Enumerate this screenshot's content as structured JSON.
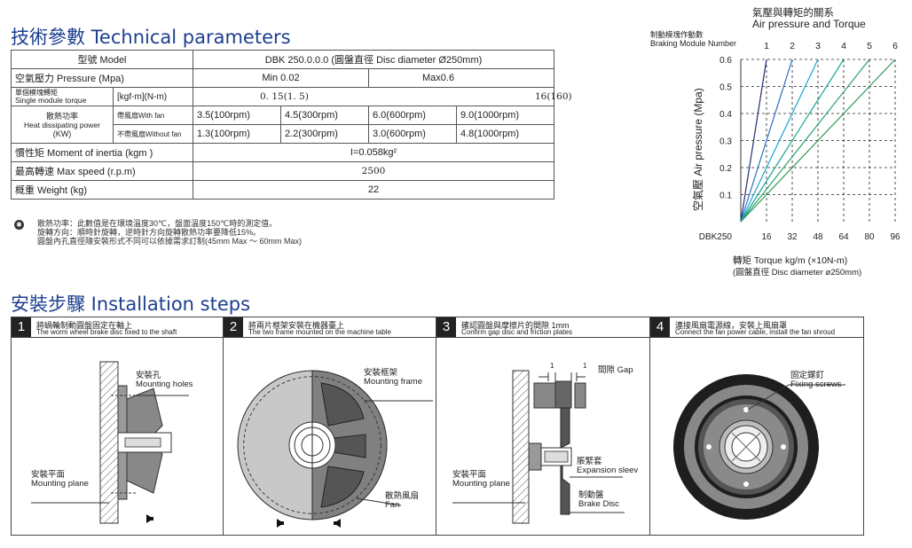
{
  "header": {
    "tech_title": "技術參數 Technical parameters",
    "install_title": "安裝步驟  Installation steps"
  },
  "table": {
    "model_label": "型號 Model",
    "model_value": "DBK  250.0.0.0 (圓盤直徑 Disc diameter Ø250mm)",
    "pressure_label": "空氣壓力 Pressure (Mpa)",
    "pressure_min": "Min 0.02",
    "pressure_max": "Max0.6",
    "torque_label_cn": "單個模塊轉矩",
    "torque_label_en": "Single module torque",
    "torque_unit": "[kgf-m](N-m)",
    "torque_min": "0. 15(1. 5)",
    "torque_max": "16(160)",
    "heat_label_cn": "散熱功率",
    "heat_label_en": "Heat dissipating power",
    "heat_label_unit": "(KW)",
    "with_fan_label": "帶風扇With fan",
    "without_fan_label": "不帶風扇Without fan",
    "with_fan_values": [
      "3.5(100rpm)",
      "4.5(300rpm)",
      "6.0(600rpm)",
      "9.0(1000rpm)"
    ],
    "without_fan_values": [
      "1.3(100rpm)",
      "2.2(300rpm)",
      "3.0(600rpm)",
      "4.8(1000rpm)"
    ],
    "inertia_label": "慣性矩 Moment of inertia (kgm    )",
    "inertia_value": "I=0.058kg²",
    "speed_label": "最高轉速 Max speed (r.p.m)",
    "speed_value": "2500",
    "weight_label": "概重 Weight (kg)",
    "weight_value": "22"
  },
  "notes": {
    "icon": "info-icon",
    "lines": [
      "散熱功率：此數值是在環境溫度30℃，盤面溫度150℃時的測定值。",
      "旋轉方向：順時針旋轉，逆時針方向旋轉散熱功率要降低15%。",
      "圓盤內孔直徑隨安裝形式不同可以依據需求訂制(45mm Max ～ 60mm Max)"
    ]
  },
  "chart_data": {
    "type": "line",
    "title_cn": "氣壓與轉矩的關系",
    "title_en": "Air pressure and Torque",
    "module_label_cn": "制動模塊作動數",
    "module_label_en": "Braking Module Number",
    "ylabel": "空氣壓 Air pressure (Mpa)",
    "xlabel_line1": "轉矩 Torque  kg/m (×10N-m)",
    "xlabel_line2": "(圓盤直徑 Disc diameter ø250mm)",
    "x_origin_label": "DBK250",
    "xticks": [
      "16",
      "32",
      "48",
      "64",
      "80",
      "96"
    ],
    "yticks": [
      "0.1",
      "0.2",
      "0.3",
      "0.4",
      "0.5",
      "0.6"
    ],
    "xlim": [
      0,
      96
    ],
    "ylim": [
      0,
      0.6
    ],
    "grid": true,
    "series": [
      {
        "name": "1",
        "color": "#1f2f7a",
        "x": [
          0,
          16
        ],
        "y": [
          0,
          0.6
        ]
      },
      {
        "name": "2",
        "color": "#2a6fc2",
        "x": [
          0,
          32
        ],
        "y": [
          0,
          0.6
        ]
      },
      {
        "name": "3",
        "color": "#1aa7cf",
        "x": [
          0,
          48
        ],
        "y": [
          0,
          0.6
        ]
      },
      {
        "name": "4",
        "color": "#1aa58f",
        "x": [
          0,
          64
        ],
        "y": [
          0,
          0.6
        ]
      },
      {
        "name": "5",
        "color": "#29a36a",
        "x": [
          0,
          80
        ],
        "y": [
          0,
          0.6
        ]
      },
      {
        "name": "6",
        "color": "#2c9a56",
        "x": [
          0,
          96
        ],
        "y": [
          0,
          0.6
        ]
      }
    ]
  },
  "steps": [
    {
      "num": "1",
      "cn": "將蝸輪制動圓盤固定在軸上",
      "en": "The worm wheel brake disc fixed to the shaft",
      "labels": {
        "holes_cn": "安裝孔",
        "holes_en": "Mounting holes",
        "plane_cn": "安裝平面",
        "plane_en": "Mounting plane"
      }
    },
    {
      "num": "2",
      "cn": "將兩片框架安裝在機器臺上",
      "en": "The two frame mounted on the machine table",
      "labels": {
        "frame_cn": "安裝框架",
        "frame_en": "Mounting frame",
        "fan_cn": "散熱風扇",
        "fan_en": "Fan"
      }
    },
    {
      "num": "3",
      "cn": "確認圓盤與摩擦片的間隙 1mm",
      "en": "Confirm gap disc and friction plates",
      "labels": {
        "gap_dim": "1",
        "gap": "間隙 Gap",
        "sleeve_cn": "脹緊套",
        "sleeve_en": "Expansion sleev",
        "plane_cn": "安裝平面",
        "plane_en": "Mounting plane",
        "disc_cn": "制動盤",
        "disc_en": "Brake Disc"
      }
    },
    {
      "num": "4",
      "cn": "連接風扇電源線，安裝上風扇罩",
      "en": "Connect the fan power cable, install the fan shroud",
      "labels": {
        "screws_cn": "固定鏍釘",
        "screws_en": "Fixing screws"
      }
    }
  ]
}
